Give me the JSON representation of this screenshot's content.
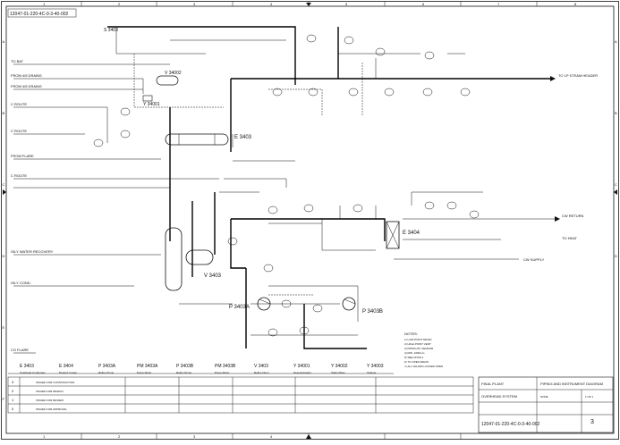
{
  "drawing_number": "12047-01-220-4C-0-3-40-002",
  "border": {
    "columns": [
      "1",
      "2",
      "3",
      "4",
      "5",
      "6",
      "7",
      "8"
    ],
    "rows": [
      "A",
      "B",
      "C",
      "D",
      "E",
      "F"
    ]
  },
  "equipment": {
    "E3403_tag": "E 3403",
    "E3404_tag": "E 3404",
    "V3403_tag": "V 3403",
    "V3402_tag": "V 34002",
    "F3403A_tag": "P 3403A",
    "F3403B_tag": "P 3403B",
    "Y3401_tag": "Y 34001",
    "S3403_tag": "S 3403"
  },
  "stream_labels": {
    "left_1": "TO BAT",
    "left_2": "FROM 4/5 DRAINS",
    "left_3": "FROM 4/5 DRAINS",
    "left_4": "C ROUTE",
    "left_5": "C ROUTE",
    "left_6": "FROM FLARE",
    "left_7": "C ROUTE",
    "left_8": "OILY WATER RECOVERY",
    "left_9": "OILY COND.",
    "left_10": "CO FLARE",
    "right_1": "TO LP STEAM HEADER",
    "right_2": "CW RETURN",
    "right_3": "TO HEAT",
    "right_4": "CW SUPPLY"
  },
  "notes": {
    "title": "NOTES:",
    "lines": [
      "1) LOW POINT DRAIN",
      "2) HIGH POINT VENT",
      "3) PIPING BY VENDOR",
      "4) MIN. 1000mm",
      "5) SEE NOTE 2",
      "6) TO OPEN DRAIN",
      "7) ALL VALVES LOCKED OPEN"
    ]
  },
  "legend": [
    {
      "tag": "E 3403",
      "desc": "Overhead Condenser"
    },
    {
      "tag": "E 3404",
      "desc": "Product Cooler"
    },
    {
      "tag": "P 3403A",
      "desc": "Reflux Pump"
    },
    {
      "tag": "PM 3403A",
      "desc": "Pump Motor"
    },
    {
      "tag": "P 3403B",
      "desc": "Reflux Pump"
    },
    {
      "tag": "PM 3403B",
      "desc": "Pump Motor"
    },
    {
      "tag": "V 3403",
      "desc": "Reflux Drum"
    },
    {
      "tag": "Y 34001",
      "desc": "Desuperheater"
    },
    {
      "tag": "Y 34002",
      "desc": "Static Mixer"
    },
    {
      "tag": "Y 34003",
      "desc": "Strainer"
    }
  ],
  "revisions": [
    {
      "rev": "3",
      "desc": "ISSUED FOR CONSTRUCTION"
    },
    {
      "rev": "2",
      "desc": "ISSUED FOR DESIGN"
    },
    {
      "rev": "1",
      "desc": "ISSUED FOR REVIEW"
    },
    {
      "rev": "0",
      "desc": "ISSUED FOR APPROVAL"
    }
  ],
  "title_block": {
    "project": "FINAL PLANT",
    "unit": "OVERHEAD SYSTEM",
    "title": "PIPING AND INSTRUMENT DIAGRAM",
    "scale": "NONE",
    "sheet": "1 OF 1",
    "rev": "3"
  }
}
